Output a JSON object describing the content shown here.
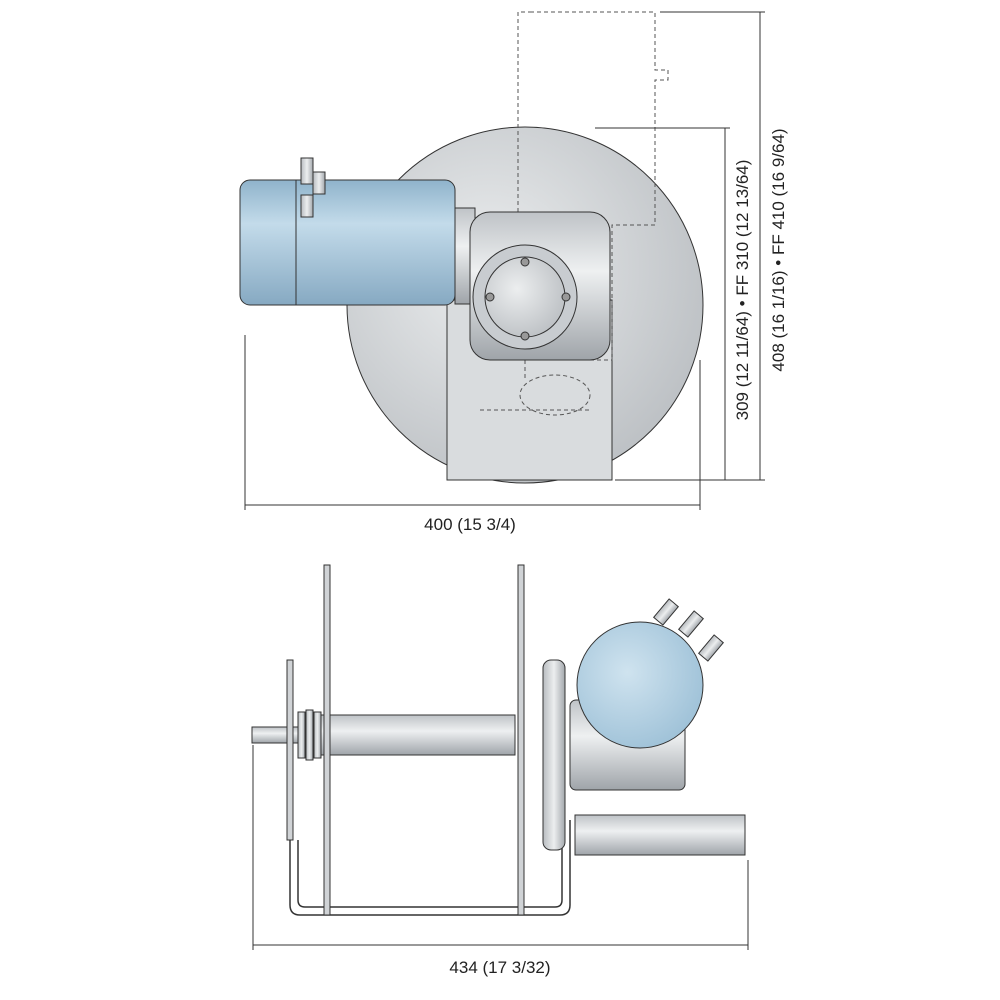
{
  "dimensions": {
    "top_width": "400 (15 3/4)",
    "height_drum": "309 (12 11/64) • FF 310 (12 13/64)",
    "height_total": "408 (16 1/16) • FF 410 (16 9/64)",
    "bottom_width": "434 (17 3/32)"
  },
  "colors": {
    "motor": "#a9c8dc",
    "steel": "#d0d3d6",
    "outline": "#333333"
  }
}
